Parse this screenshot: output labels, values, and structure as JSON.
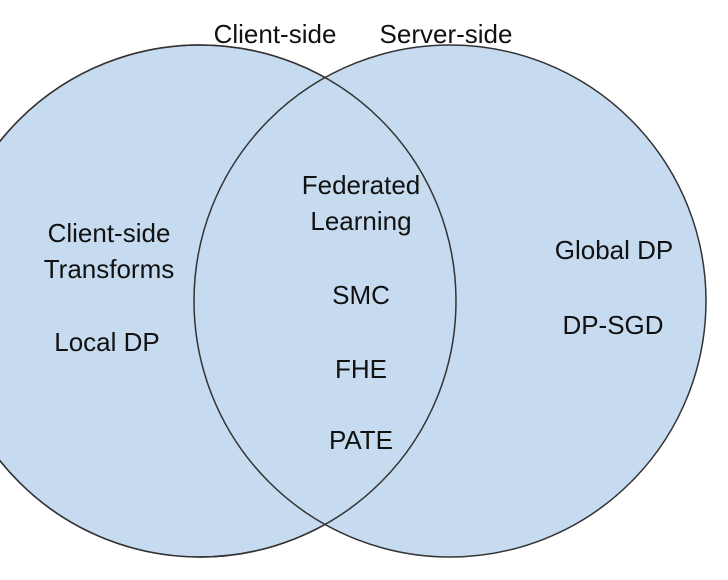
{
  "diagram": {
    "colors": {
      "circle_fill": "#c6dbef",
      "circle_stroke": "#333333",
      "text": "#111111"
    },
    "sets": [
      {
        "id": "client",
        "label": "Client-side"
      },
      {
        "id": "server",
        "label": "Server-side"
      }
    ],
    "regions": {
      "client_only": {
        "items": [
          {
            "lines": [
              "Client-side",
              "Transforms"
            ]
          },
          {
            "lines": [
              "Local DP"
            ]
          }
        ]
      },
      "intersection": {
        "items": [
          {
            "lines": [
              "Federated",
              "Learning"
            ]
          },
          {
            "lines": [
              "SMC"
            ]
          },
          {
            "lines": [
              "FHE"
            ]
          },
          {
            "lines": [
              "PATE"
            ]
          }
        ]
      },
      "server_only": {
        "items": [
          {
            "lines": [
              "Global DP"
            ]
          },
          {
            "lines": [
              "DP-SGD"
            ]
          }
        ]
      }
    }
  }
}
